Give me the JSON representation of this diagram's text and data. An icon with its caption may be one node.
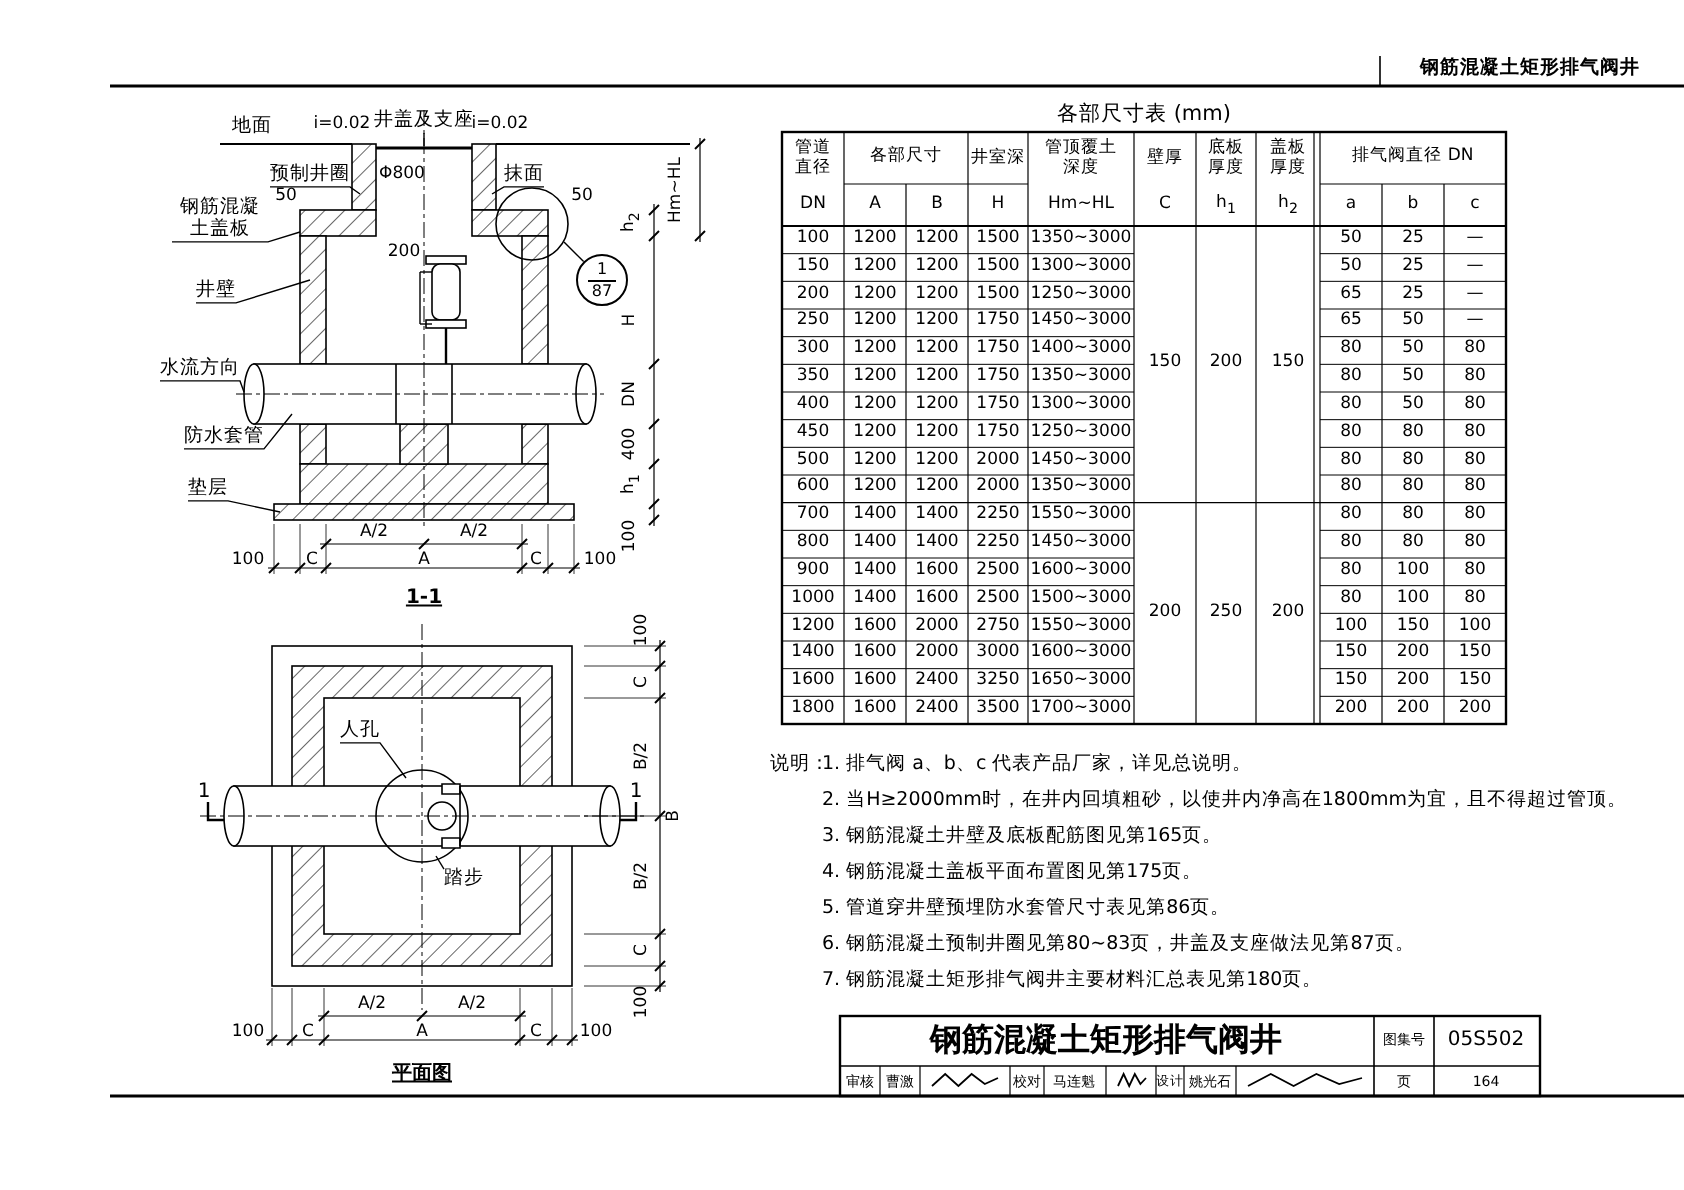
{
  "diagram": {
    "title": "钢筋混凝土矩形排气阀井",
    "nodes": [
      {
        "text": [
          "井盖及支座"
        ]
      },
      {
        "text": [
          "预制井圈"
        ]
      },
      {
        "text": [
          "抹面"
        ]
      },
      {
        "text": [
          "钢筋混凝土盖板"
        ]
      },
      {
        "text": [
          "井壁"
        ]
      },
      {
        "text": [
          "水流方向"
        ]
      },
      {
        "text": [
          "防水套管"
        ]
      },
      {
        "text": [
          "垫层"
        ]
      },
      {
        "text": [
          "人孔"
        ]
      },
      {
        "text": [
          "踏步"
        ]
      },
      {
        "text": [
          "1",
          "87"
        ]
      }
    ],
    "edges": [
      {
        "from": 0,
        "to": null,
        "arrow": "none"
      },
      {
        "from": 1,
        "to": null,
        "arrow": "none"
      },
      {
        "from": 2,
        "to": null,
        "arrow": "none"
      },
      {
        "from": 3,
        "to": null,
        "arrow": "none"
      },
      {
        "from": 4,
        "to": null,
        "arrow": "none"
      },
      {
        "from": 5,
        "to": null,
        "arrow": "none"
      },
      {
        "from": 6,
        "to": null,
        "arrow": "none"
      },
      {
        "from": 7,
        "to": null,
        "arrow": "none"
      },
      {
        "from": 8,
        "to": null,
        "arrow": "none"
      },
      {
        "from": 9,
        "to": null,
        "arrow": "none"
      },
      {
        "from": 10,
        "to": null,
        "arrow": "none"
      }
    ],
    "labels": [
      "钢筋混凝土矩形排气阀井",
      "地面",
      "i=0.02",
      "i=0.02",
      "Φ800",
      "50",
      "50",
      "200",
      "h$_{2}$",
      "Hm~HL",
      "H",
      "DN",
      "400",
      "h$_{1}$",
      "100",
      "A/2",
      "A/2",
      "100",
      "C",
      "A",
      "C",
      "100",
      "1-1",
      "1",
      "1",
      "100",
      "C",
      "B/2",
      "B",
      "B/2",
      "C",
      "100",
      "A/2",
      "A/2",
      "100",
      "C",
      "A",
      "C",
      "100",
      "平面图",
      "各部尺寸表 (mm)",
      "管道直径",
      "各部尺寸",
      "井室深",
      "管顶覆土深度",
      "壁厚",
      "底板厚度",
      "盖板厚度",
      "排气阀直径 DN",
      "DN",
      "A",
      "B",
      "H",
      "Hm~HL",
      "C",
      "h$_{1}$",
      "h$_{2}$",
      "a",
      "b",
      "c",
      "100",
      "1200",
      "1200",
      "1500",
      "1350~3000",
      "150",
      "200",
      "150",
      "50",
      "25",
      "—",
      "150",
      "1200",
      "1200",
      "1500",
      "1300~3000",
      "50",
      "25",
      "—",
      "200",
      "1200",
      "1200",
      "1500",
      "1250~3000",
      "65",
      "25",
      "—",
      "250",
      "1200",
      "1200",
      "1750",
      "1450~3000",
      "65",
      "50",
      "—",
      "300",
      "1200",
      "1200",
      "1750",
      "1400~3000",
      "80",
      "50",
      "80",
      "350",
      "1200",
      "1200",
      "1750",
      "1350~3000",
      "80",
      "50",
      "80",
      "400",
      "1200",
      "1200",
      "1750",
      "1300~3000",
      "80",
      "50",
      "80",
      "450",
      "1200",
      "1200",
      "1750",
      "1250~3000",
      "80",
      "80",
      "80",
      "500",
      "1200",
      "1200",
      "2000",
      "1450~3000",
      "80",
      "80",
      "80",
      "600",
      "1200",
      "1200",
      "2000",
      "1350~3000",
      "80",
      "80",
      "80",
      "700",
      "1400",
      "1400",
      "2250",
      "1550~3000",
      "200",
      "250",
      "200",
      "80",
      "80",
      "80",
      "800",
      "1400",
      "1400",
      "2250",
      "1450~3000",
      "80",
      "80",
      "80",
      "900",
      "1400",
      "1600",
      "2500",
      "1600~3000",
      "80",
      "100",
      "80",
      "1000",
      "1400",
      "1600",
      "2500",
      "1500~3000",
      "80",
      "100",
      "80",
      "1200",
      "1600",
      "2000",
      "2750",
      "1550~3000",
      "100",
      "150",
      "100",
      "1400",
      "1600",
      "2000",
      "3000",
      "1600~3000",
      "150",
      "200",
      "150",
      "1600",
      "1600",
      "2400",
      "3250",
      "1650~3000",
      "150",
      "200",
      "150",
      "1800",
      "1600",
      "2400",
      "3500",
      "1700~3000",
      "200",
      "200",
      "200",
      "说明：",
      "1. 排气阀 a、b、c 代表产品厂家，详见总说明。",
      "2. 当H≥2000mm时，在井内回填粗砂，以使井内净高在1800mm为宜，且不得超过管顶。",
      "3. 钢筋混凝土井壁及底板配筋图见第165页。",
      "4. 钢筋混凝土盖板平面布置图见第175页。",
      "5. 管道穿井壁预埋防水套管尺寸表见第86页。",
      "6. 钢筋混凝土预制井圈见第80~83页，井盖及支座做法见第87页。",
      "7. 钢筋混凝土矩形排气阀井主要材料汇总表见第180页。",
      "图集号",
      "05S502",
      "审核",
      "曹激",
      "校对",
      "马连魁",
      "设计",
      "姚光石",
      "页",
      "164"
    ]
  }
}
